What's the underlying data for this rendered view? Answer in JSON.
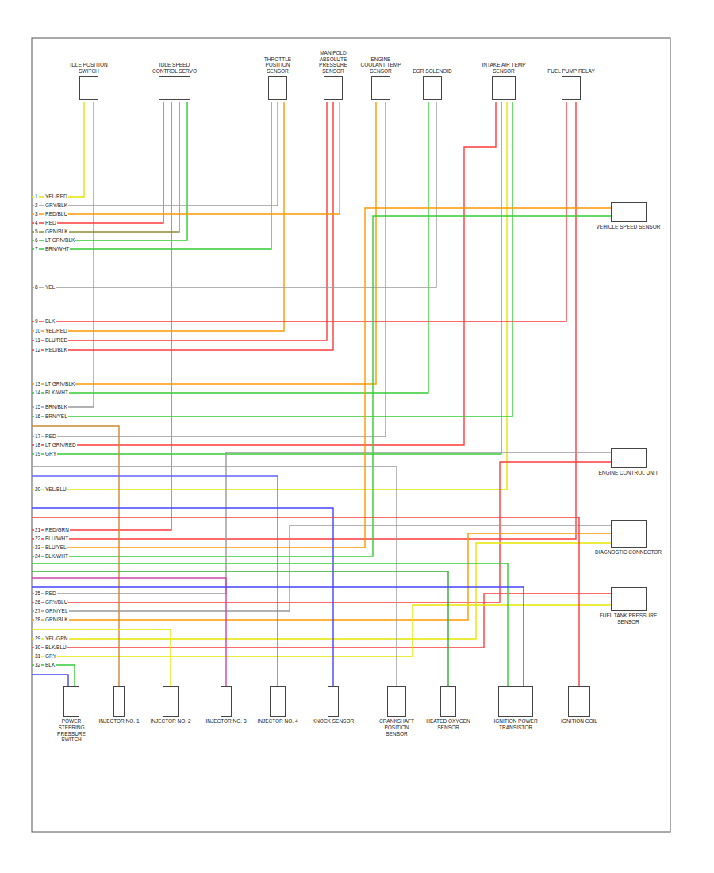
{
  "diagram": {
    "nodes": [
      {
        "text": [
          "IDLE POSITION SWITCH"
        ]
      },
      {
        "text": [
          "IDLE SPEED CONTROL SERVO"
        ]
      },
      {
        "text": [
          "THROTTLE POSITION SENSOR"
        ]
      },
      {
        "text": [
          "MANIFOLD ABSOLUTE PRESSURE SENSOR"
        ]
      },
      {
        "text": [
          "ENGINE COOLANT TEMP SENSOR"
        ]
      },
      {
        "text": [
          "EGR SOLENOID"
        ]
      },
      {
        "text": [
          "INTAKE AIR TEMP SENSOR"
        ]
      },
      {
        "text": [
          "FUEL PUMP RELAY"
        ]
      },
      {
        "text": [
          "VEHICLE SPEED SENSOR"
        ]
      },
      {
        "text": [
          "ENGINE CONTROL UNIT"
        ]
      },
      {
        "text": [
          "DIAGNOSTIC CONNECTOR"
        ]
      },
      {
        "text": [
          "FUEL TANK PRESSURE SENSOR"
        ]
      },
      {
        "text": [
          "POWER STEERING PRESSURE SWITCH"
        ]
      },
      {
        "text": [
          "INJECTOR NO. 1"
        ]
      },
      {
        "text": [
          "INJECTOR NO. 2"
        ]
      },
      {
        "text": [
          "INJECTOR NO. 3"
        ]
      },
      {
        "text": [
          "INJECTOR NO. 4"
        ]
      },
      {
        "text": [
          "KNOCK SENSOR"
        ]
      },
      {
        "text": [
          "CRANKSHAFT POSITION SENSOR"
        ]
      },
      {
        "text": [
          "HEATED OXYGEN SENSOR"
        ]
      },
      {
        "text": [
          "IGNITION POWER TRANSISTOR"
        ]
      },
      {
        "text": [
          "IGNITION COIL"
        ]
      }
    ],
    "labels": [
      "1",
      "YEL/RED",
      "2",
      "GRY/BLK",
      "3",
      "RED/BLU",
      "4",
      "RED",
      "5",
      "GRN/BLK",
      "6",
      "LT GRN/BLK",
      "7",
      "BRN/WHT",
      "8",
      "YEL",
      "9",
      "BLK",
      "10",
      "YEL/RED",
      "11",
      "BLU/RED",
      "12",
      "RED/BLK",
      "13",
      "LT GRN/BLK",
      "14",
      "BLK/WHT",
      "15",
      "BRN/BLK",
      "16",
      "BRN/YEL",
      "17",
      "RED",
      "18",
      "LT GRN/RED",
      "19",
      "GRY",
      "20",
      "YEL/BLU",
      "21",
      "RED/GRN",
      "22",
      "BLU/WHT",
      "23",
      "BLU/YEL",
      "24",
      "BLK/WHT",
      "25",
      "RED",
      "26",
      "GRY/BLU",
      "27",
      "GRN/YEL",
      "28",
      "GRN/BLK",
      "29",
      "YEL/GRN",
      "30",
      "BLK/BLU",
      "31",
      "GRY",
      "32",
      "BLK"
    ]
  }
}
